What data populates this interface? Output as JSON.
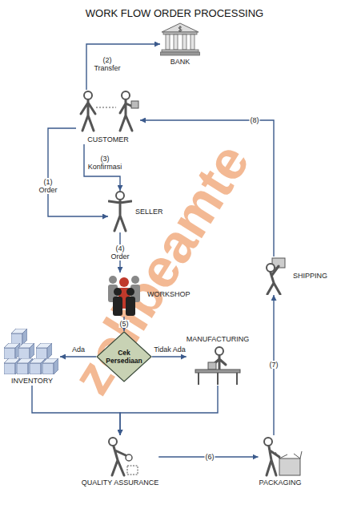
{
  "diagram": {
    "title": "WORK FLOW ORDER PROCESSING",
    "nodes": [
      {
        "text": [
          "BANK"
        ]
      },
      {
        "text": [
          "CUSTOMER"
        ]
      },
      {
        "text": [
          "SELLER"
        ]
      },
      {
        "text": [
          "WORKSHOP"
        ]
      },
      {
        "text": [
          "INVENTORY"
        ]
      },
      {
        "text": [
          "Cek Persediaan"
        ]
      },
      {
        "text": [
          "MANUFACTURING"
        ]
      },
      {
        "text": [
          "SHIPPING"
        ]
      },
      {
        "text": [
          "QUALITY ASSURANCE"
        ]
      },
      {
        "text": [
          "PACKAGING"
        ]
      }
    ],
    "edges": [
      {
        "from": 1,
        "to": 0,
        "label": "(2) Transfer",
        "arrow": "to"
      },
      {
        "from": 1,
        "to": 2,
        "label": "(1) Order",
        "arrow": "to"
      },
      {
        "from": 1,
        "to": 2,
        "label": "(3) Konfirmasi",
        "arrow": "to"
      },
      {
        "from": 2,
        "to": 3,
        "label": "(4) Order",
        "arrow": "to"
      },
      {
        "from": 3,
        "to": 5,
        "label": "(5)",
        "arrow": "to"
      },
      {
        "from": 5,
        "to": 4,
        "label": "Ada",
        "arrow": "to"
      },
      {
        "from": 5,
        "to": 6,
        "label": "Tidak Ada",
        "arrow": "to"
      },
      {
        "from": 4,
        "to": 8,
        "arrow": "to"
      },
      {
        "from": 6,
        "to": 8,
        "arrow": "to"
      },
      {
        "from": 8,
        "to": 9,
        "label": "(6)",
        "arrow": "to"
      },
      {
        "from": 9,
        "to": 7,
        "label": "(7)",
        "arrow": "to"
      },
      {
        "from": 7,
        "to": 1,
        "label": "(8)",
        "arrow": "to"
      }
    ],
    "labels": [
      "zolibeamte"
    ]
  }
}
